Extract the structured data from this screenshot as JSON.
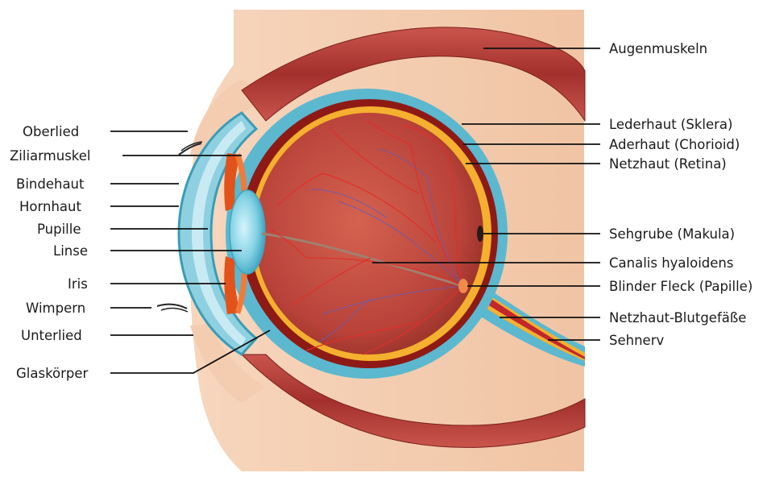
{
  "labels_left": [
    {
      "id": "oberlied",
      "text": "Oberlied"
    },
    {
      "id": "ziliarmuskel",
      "text": "Ziliarmuskel"
    },
    {
      "id": "bindehaut",
      "text": "Bindehaut"
    },
    {
      "id": "hornhaut",
      "text": "Hornhaut"
    },
    {
      "id": "pupille",
      "text": "Pupille"
    },
    {
      "id": "linse",
      "text": "Linse"
    },
    {
      "id": "iris",
      "text": "Iris"
    },
    {
      "id": "wimpern",
      "text": "Wimpern"
    },
    {
      "id": "unterlied",
      "text": "Unterlied"
    },
    {
      "id": "glaskoerper",
      "text": "Glaskörper"
    }
  ],
  "labels_right": [
    {
      "id": "augenmuskeln",
      "text": "Augenmuskeln"
    },
    {
      "id": "lederhaut",
      "text": "Lederhaut (Sklera)"
    },
    {
      "id": "aderhaut",
      "text": "Aderhaut (Chorioid)"
    },
    {
      "id": "netzhaut",
      "text": "Netzhaut (Retina)"
    },
    {
      "id": "sehgrube",
      "text": "Sehgrube (Makula)"
    },
    {
      "id": "canalis",
      "text": "Canalis hyaloidens"
    },
    {
      "id": "blinder-fleck",
      "text": "Blinder Fleck (Papille)"
    },
    {
      "id": "netzhaut-blutgefaesse",
      "text": "Netzhaut-Blutgefäße"
    },
    {
      "id": "sehnerv",
      "text": "Sehnerv"
    }
  ],
  "colors": {
    "skin": "#f2c7a8",
    "sclera": "#5bb8cf",
    "choroid": "#8e1a16",
    "retina": "#f4b02e",
    "vitreous": "#c24a3a",
    "muscle": "#b8403b",
    "lens": "#7fd3e6",
    "iris": "#e2531c"
  }
}
